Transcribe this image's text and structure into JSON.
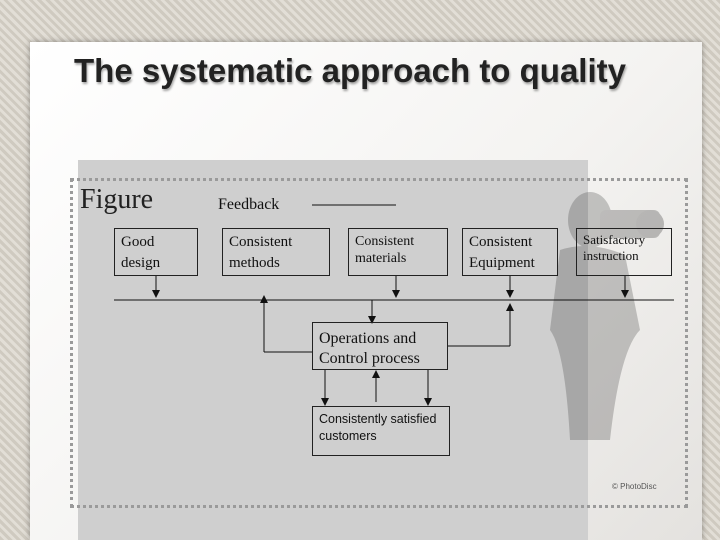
{
  "slide": {
    "title": "The systematic approach to quality",
    "figure_label": "Figure",
    "feedback_label": "Feedback",
    "credit": "© PhotoDisc"
  },
  "diagram": {
    "inputs": [
      "Good design",
      "Consistent methods",
      "Consistent materials",
      "Consistent Equipment",
      "Satisfactory instruction"
    ],
    "process": "Operations and Control process",
    "output": "Consistently satisfied customers"
  }
}
